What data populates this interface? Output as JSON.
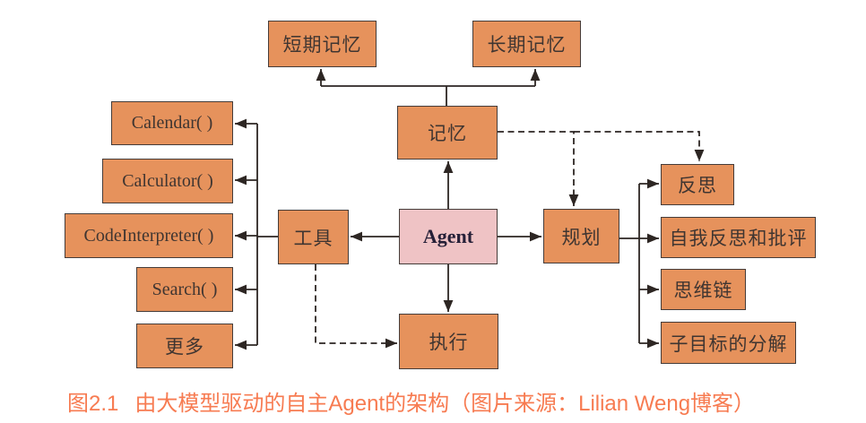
{
  "diagram": {
    "colors": {
      "node_fill": "#e6925c",
      "agent_fill": "#efc3c5",
      "border": "#453c39",
      "line": "#2d2623",
      "text": "#3f3531",
      "agent_text": "#262038",
      "caption": "#f77b51"
    },
    "nodes": {
      "short_term_memory": {
        "label": "短期记忆"
      },
      "long_term_memory": {
        "label": "长期记忆"
      },
      "memory": {
        "label": "记忆"
      },
      "calendar": {
        "label": "Calendar( )"
      },
      "calculator": {
        "label": "Calculator( )"
      },
      "code_interpreter": {
        "label": "CodeInterpreter( )"
      },
      "search": {
        "label": "Search( )"
      },
      "more": {
        "label": "更多"
      },
      "tools": {
        "label": "工具"
      },
      "agent": {
        "label": "Agent"
      },
      "action": {
        "label": "执行"
      },
      "planning": {
        "label": "规划"
      },
      "reflection": {
        "label": "反思"
      },
      "self_reflection_critique": {
        "label": "自我反思和批评"
      },
      "chain_of_thought": {
        "label": "思维链"
      },
      "subgoal_decomposition": {
        "label": "子目标的分解"
      }
    }
  },
  "caption": {
    "number": "图2.1",
    "title": "由大模型驱动的自主Agent的架构（图片来源：Lilian Weng博客）"
  }
}
